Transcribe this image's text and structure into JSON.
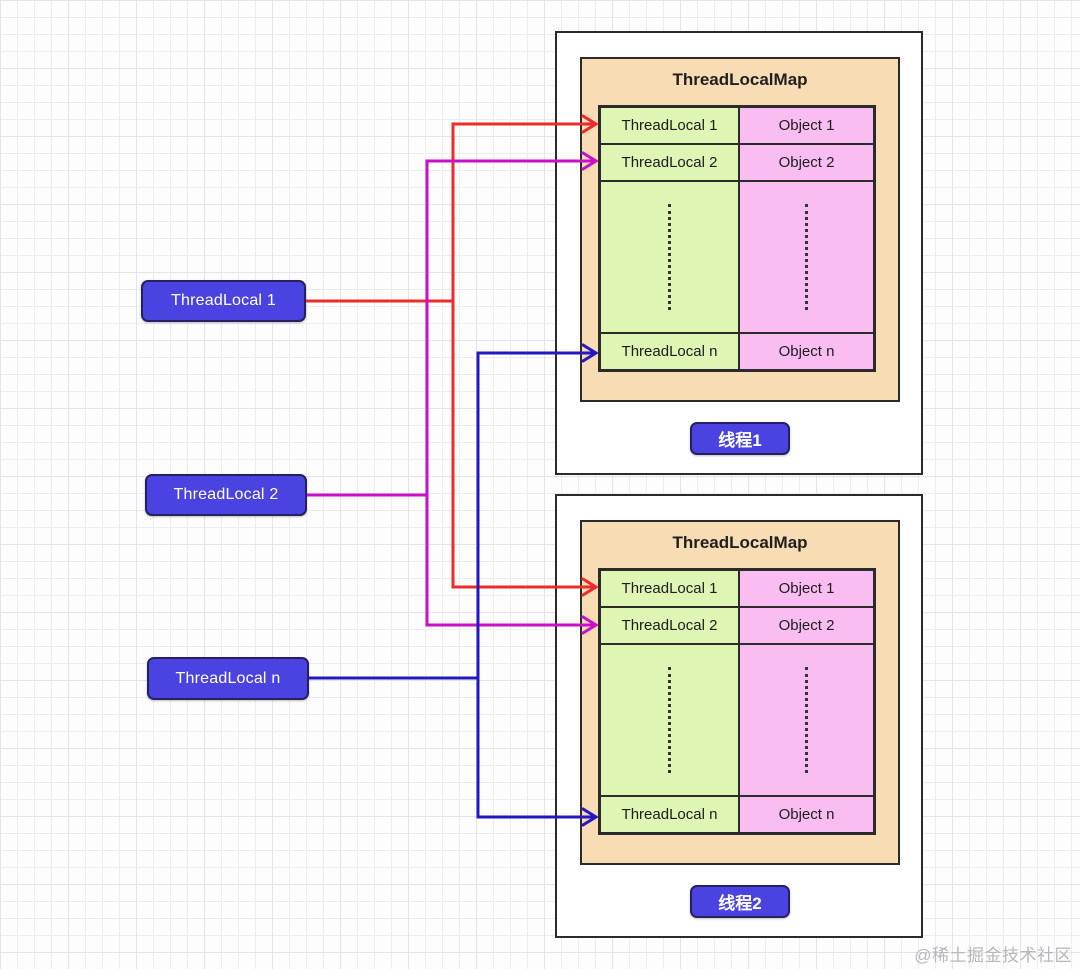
{
  "diagram": {
    "left_nodes": [
      {
        "label": "ThreadLocal 1"
      },
      {
        "label": "ThreadLocal 2"
      },
      {
        "label": "ThreadLocal n"
      }
    ],
    "maps": [
      {
        "title": "ThreadLocalMap",
        "rows": [
          {
            "key": "ThreadLocal 1",
            "value": "Object 1"
          },
          {
            "key": "ThreadLocal 2",
            "value": "Object 2"
          }
        ],
        "last_row": {
          "key": "ThreadLocal n",
          "value": "Object n"
        },
        "thread_label": "线程1"
      },
      {
        "title": "ThreadLocalMap",
        "rows": [
          {
            "key": "ThreadLocal 1",
            "value": "Object 1"
          },
          {
            "key": "ThreadLocal 2",
            "value": "Object 2"
          }
        ],
        "last_row": {
          "key": "ThreadLocal n",
          "value": "Object n"
        },
        "thread_label": "线程2"
      }
    ],
    "colors": {
      "node_fill": "#4b43e1",
      "node_border": "#26205f",
      "map_fill": "#f8dcb4",
      "key_cell_fill": "#def5b4",
      "value_cell_fill": "#f9bdf2",
      "arrow_red": "#ef2a2a",
      "arrow_magenta": "#c90fc9",
      "arrow_blue": "#2418c2",
      "box_border": "#2b2b2b"
    },
    "watermark": "@稀土掘金技术社区"
  }
}
